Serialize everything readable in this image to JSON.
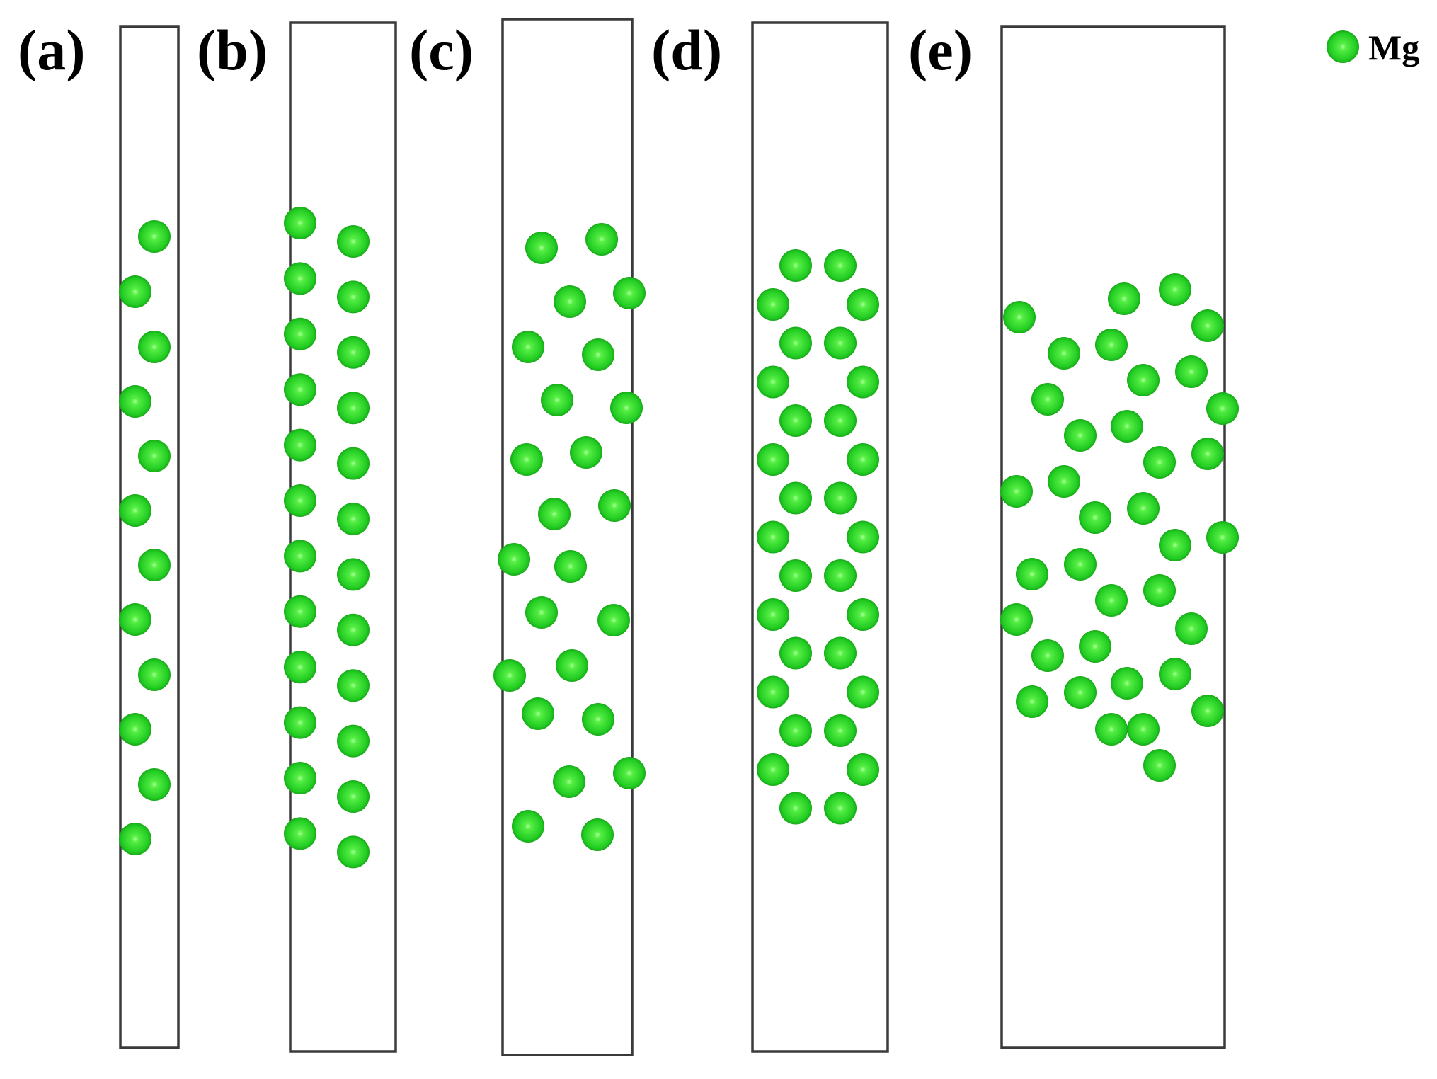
{
  "legend": {
    "element": "Mg",
    "atom_color": "#22cc22"
  },
  "panels": [
    {
      "id": "a",
      "label": "(a)",
      "atom_count": 12
    },
    {
      "id": "b",
      "label": "(b)",
      "atom_count": 24
    },
    {
      "id": "c",
      "label": "(c)",
      "atom_count": 24
    },
    {
      "id": "d",
      "label": "(d)",
      "atom_count": 30
    },
    {
      "id": "e",
      "label": "(e)",
      "atom_count": 36
    }
  ]
}
